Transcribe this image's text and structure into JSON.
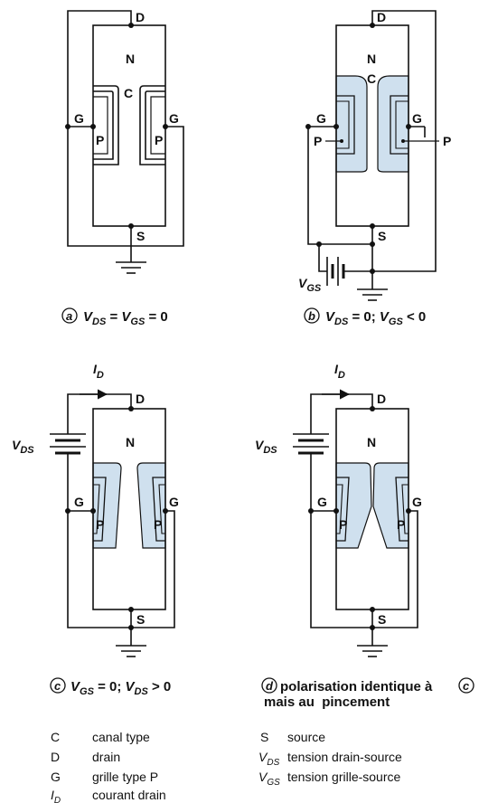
{
  "colors": {
    "line": "#111111",
    "depletion": "#cfe0ee",
    "background": "#ffffff"
  },
  "panels": {
    "a": {
      "letter": "a",
      "D": "D",
      "N": "N",
      "C": "C",
      "G_left": "G",
      "G_right": "G",
      "P_left": "P",
      "P_right": "P",
      "S": "S",
      "caption_v1": "V",
      "caption_sub1": "DS",
      "caption_mid": " = ",
      "caption_v2": "V",
      "caption_sub2": "GS",
      "caption_end": " = 0"
    },
    "b": {
      "letter": "b",
      "D": "D",
      "N": "N",
      "C": "C",
      "G_left": "G",
      "G_right": "G",
      "P_left": "P",
      "P_right": "P",
      "S": "S",
      "vgs_v": "V",
      "vgs_sub": "GS",
      "caption_v1": "V",
      "caption_sub1": "DS",
      "caption_mid": " = 0; ",
      "caption_v2": "V",
      "caption_sub2": "GS",
      "caption_end": " < 0"
    },
    "c": {
      "letter": "c",
      "D": "D",
      "N": "N",
      "G_left": "G",
      "G_right": "G",
      "P_left": "P",
      "P_right": "P",
      "S": "S",
      "id_i": "I",
      "id_sub": "D",
      "vds_v": "V",
      "vds_sub": "DS",
      "caption_v1": "V",
      "caption_sub1": "GS",
      "caption_mid": " = 0; ",
      "caption_v2": "V",
      "caption_sub2": "DS",
      "caption_end": " > 0"
    },
    "d": {
      "letter": "d",
      "D": "D",
      "N": "N",
      "G_left": "G",
      "G_right": "G",
      "P_left": "P",
      "P_right": "P",
      "S": "S",
      "id_i": "I",
      "id_sub": "D",
      "vds_v": "V",
      "vds_sub": "DS",
      "caption_line1": "polarisation identique à",
      "caption_letter2": "c",
      "caption_line2": "mais au  pincement"
    }
  },
  "legend": [
    {
      "sym": "C",
      "sub": "",
      "text": "canal type"
    },
    {
      "sym": "D",
      "sub": "",
      "text": "drain"
    },
    {
      "sym": "G",
      "sub": "",
      "text": "grille type P"
    },
    {
      "sym": "I",
      "sub": "D",
      "text": "courant drain"
    },
    {
      "sym": "S",
      "sub": "",
      "text": "source"
    },
    {
      "sym": "V",
      "sub": "DS",
      "text": "tension drain-source"
    },
    {
      "sym": "V",
      "sub": "GS",
      "text": "tension grille-source"
    }
  ]
}
